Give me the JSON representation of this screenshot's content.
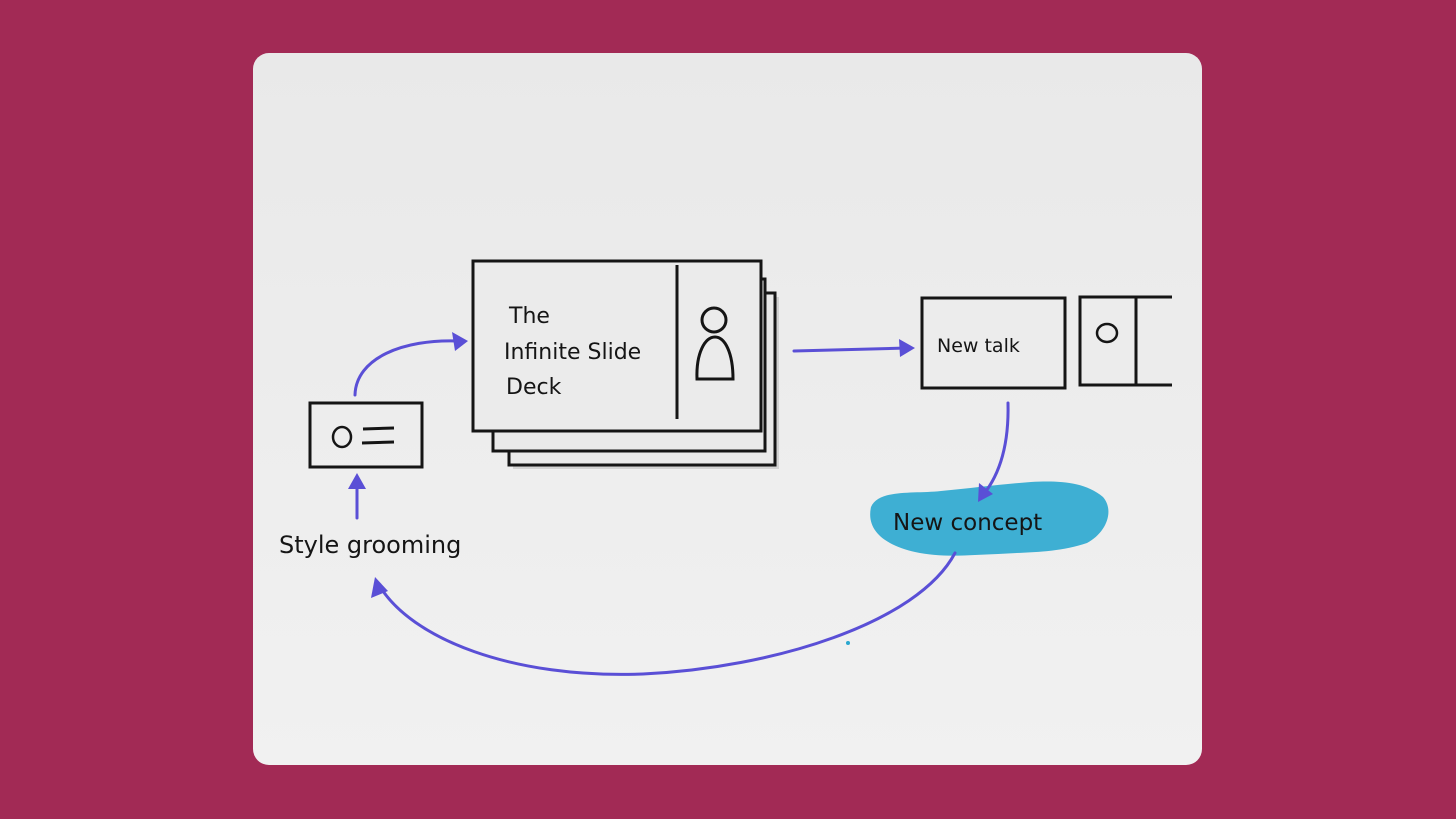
{
  "colors": {
    "background": "#a22a55",
    "paper": "#ececec",
    "ink": "#151515",
    "arrow": "#5a4fd6",
    "highlight": "#2aa7cf"
  },
  "nodes": {
    "slide_deck": {
      "title_line1": "The",
      "title_line2": "Infinite Slide",
      "title_line3": "Deck"
    },
    "new_talk": {
      "label": "New talk"
    },
    "new_concept": {
      "label": "New concept"
    },
    "style_grooming": {
      "label": "Style grooming"
    }
  }
}
